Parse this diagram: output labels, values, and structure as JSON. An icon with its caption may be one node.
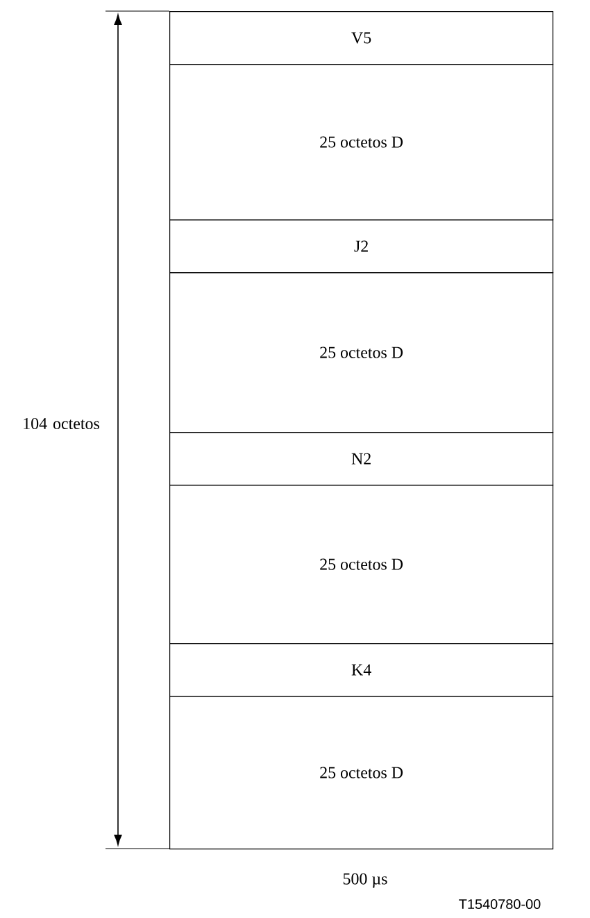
{
  "diagram": {
    "nodes": [
      {
        "text": [
          "V5"
        ]
      },
      {
        "text": [
          "25 octetos D"
        ]
      },
      {
        "text": [
          "J2"
        ]
      },
      {
        "text": [
          "25 octetos D"
        ]
      },
      {
        "text": [
          "N2"
        ]
      },
      {
        "text": [
          "25 octetos D"
        ]
      },
      {
        "text": [
          "K4"
        ]
      },
      {
        "text": [
          "25 octetos D"
        ]
      }
    ],
    "labels": [
      "104 octetos",
      "500 µs",
      "T1540780-00"
    ]
  }
}
